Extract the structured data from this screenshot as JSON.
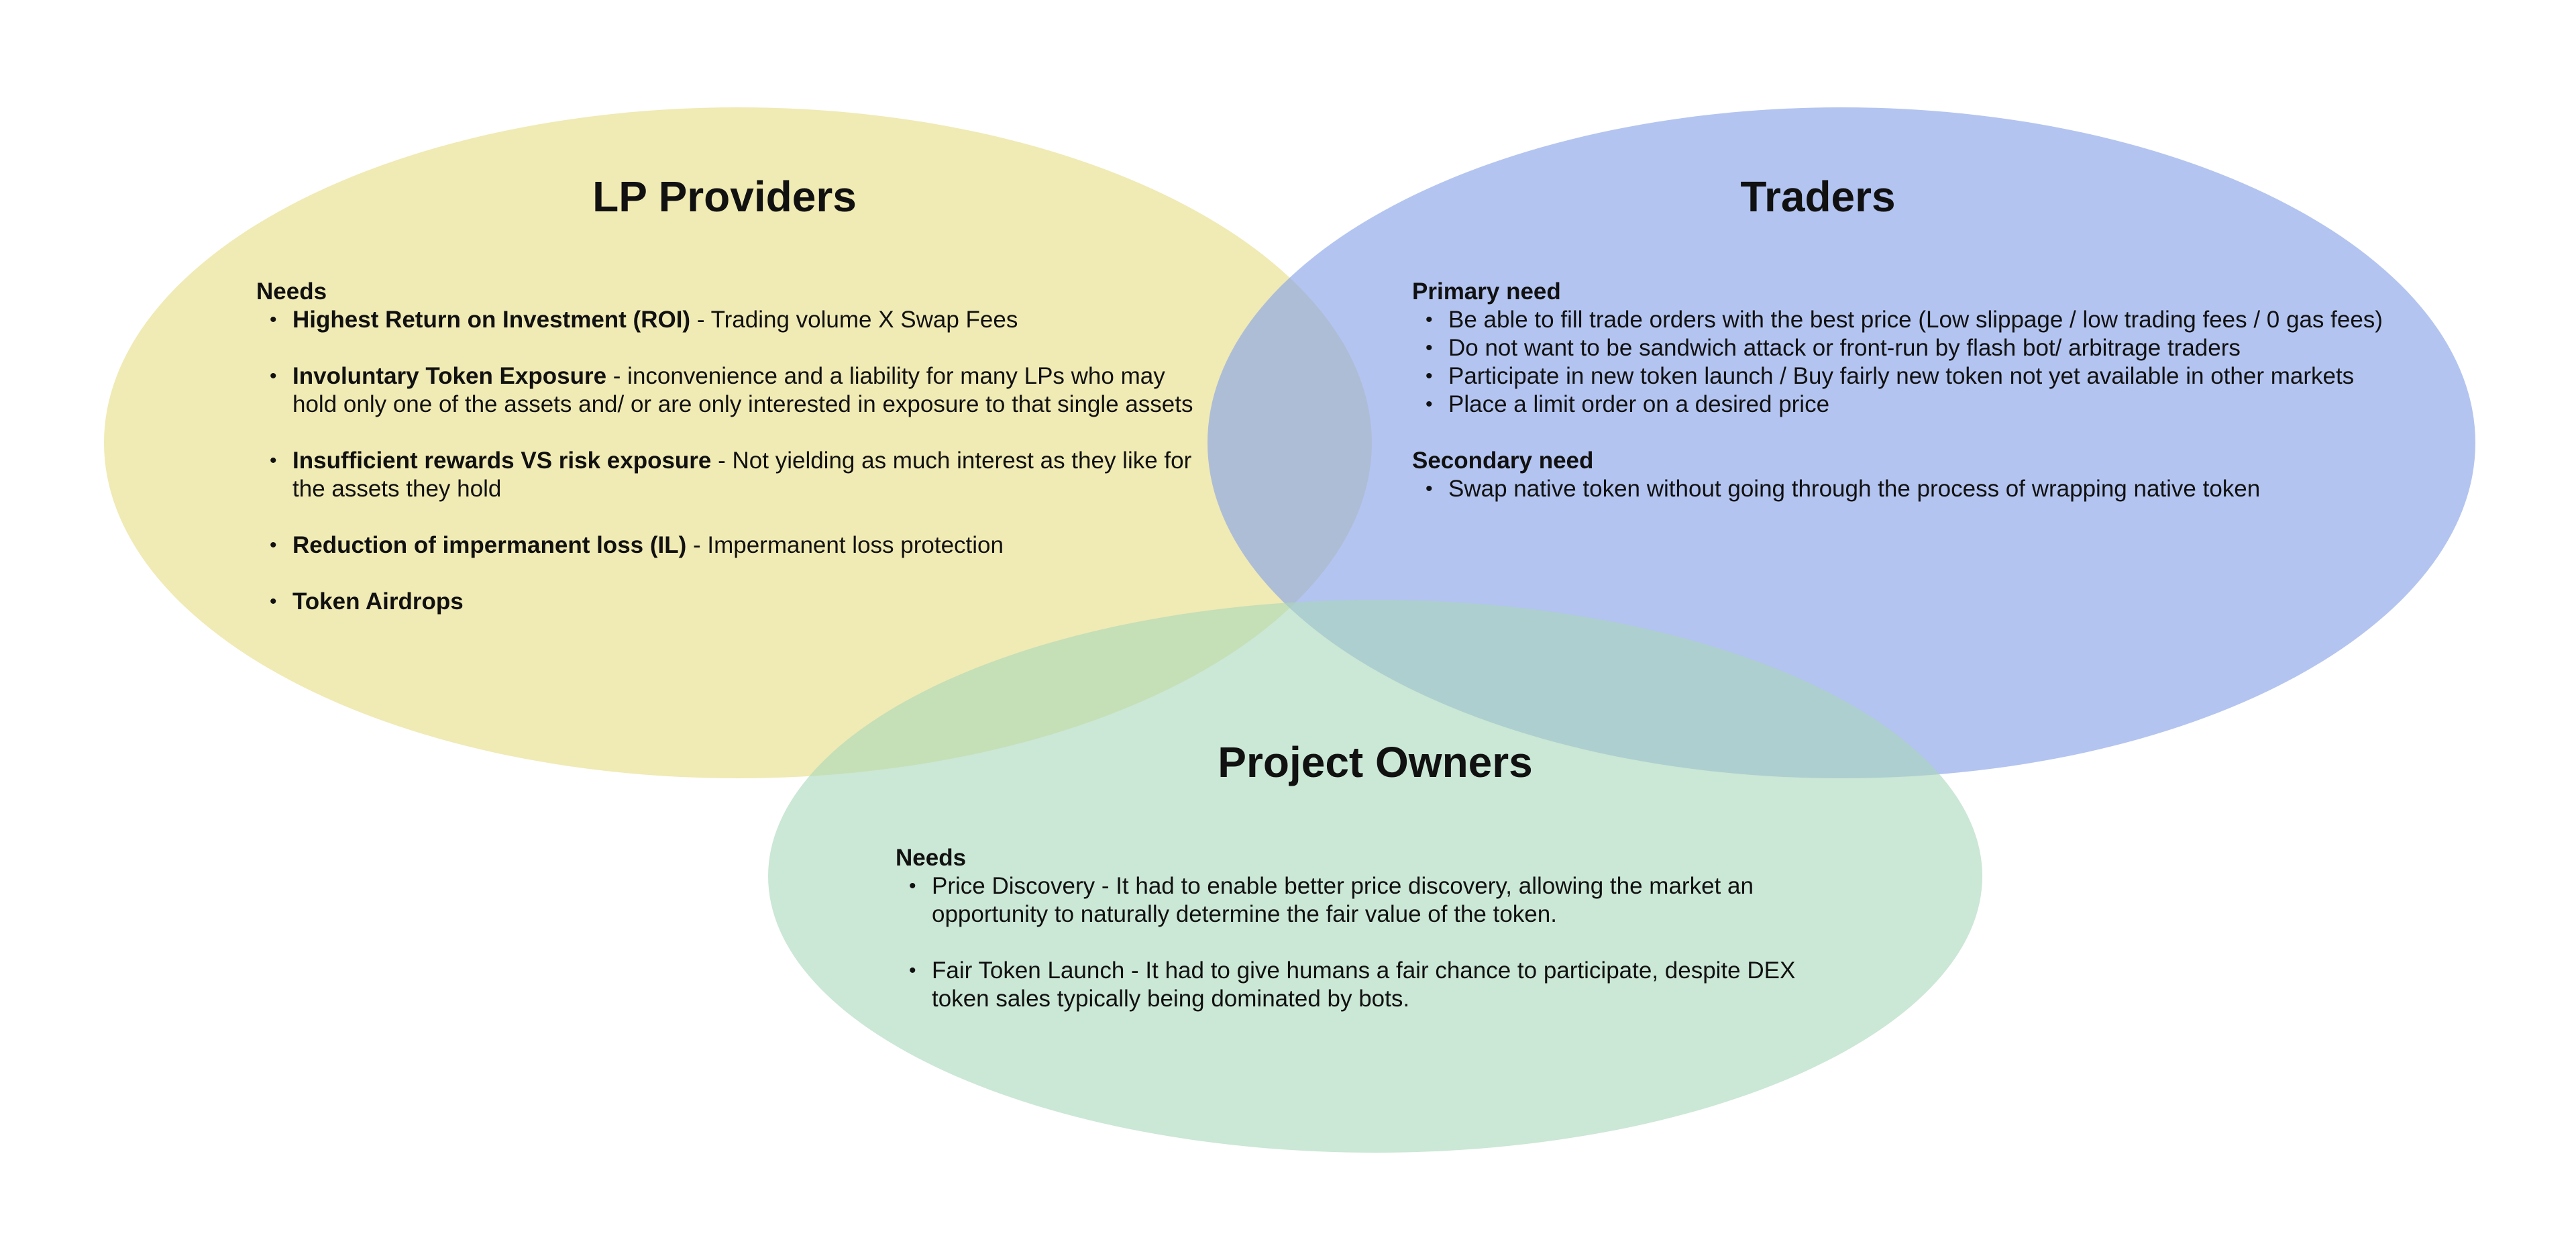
{
  "diagram": {
    "type": "venn",
    "colors": {
      "lp_providers": "#e6dd86",
      "traders": "#8aa5e8",
      "project_owners": "#a9d7b9"
    }
  },
  "lp_providers": {
    "title": "LP Providers",
    "heading": "Needs",
    "items": [
      {
        "strong": "Highest Return on Investment (ROI)",
        "rest": " - Trading volume X Swap Fees"
      },
      {
        "strong": "Involuntary Token Exposure",
        "rest": " - inconvenience and a liability for many LPs who may hold only one of the assets and/ or are only interested in exposure to that single assets"
      },
      {
        "strong": "Insufficient rewards VS risk exposure",
        "rest": " - Not yielding as much interest as they like for the assets they hold"
      },
      {
        "strong": "Reduction of impermanent loss (IL)",
        "rest": " - Impermanent loss protection"
      },
      {
        "strong": "Token Airdrops",
        "rest": ""
      }
    ]
  },
  "traders": {
    "title": "Traders",
    "primary_heading": "Primary need",
    "primary_items": [
      "Be able to fill trade orders with the best price (Low slippage / low trading fees / 0 gas fees)",
      "Do not want to be sandwich attack or front-run by flash bot/ arbitrage traders",
      "Participate in new token launch / Buy fairly new token not yet available in other markets",
      "Place a limit order on a desired price"
    ],
    "secondary_heading": "Secondary need",
    "secondary_items": [
      "Swap native token without going through the process of wrapping native token"
    ]
  },
  "project_owners": {
    "title": "Project Owners",
    "heading": "Needs",
    "items": [
      "Price Discovery - It had to enable better price discovery, allowing the market an opportunity to naturally determine the fair value of the token.",
      "Fair Token Launch - It had to give humans a fair chance to participate, despite DEX token sales typically being dominated by bots."
    ]
  }
}
